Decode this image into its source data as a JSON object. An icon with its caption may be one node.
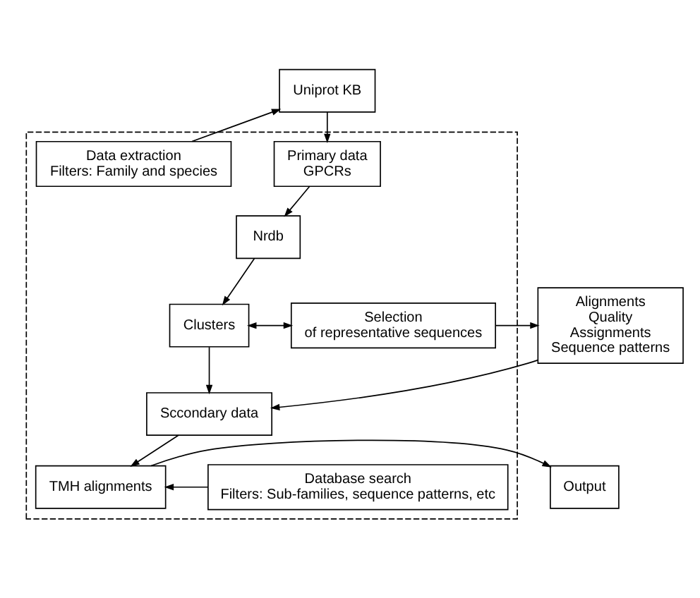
{
  "diagram": {
    "nodes": [
      {
        "text": [
          "Uniprot KB"
        ]
      },
      {
        "text": [],
        "shape": "box"
      },
      {
        "text": [
          "Primary data",
          "GPCRs"
        ],
        "in": 1
      },
      {
        "text": [
          "Data extraction",
          "Filters: Family and species"
        ],
        "in": 1
      },
      {
        "text": [
          "Nrdb"
        ],
        "in": 1
      },
      {
        "text": [
          "Clusters"
        ],
        "in": 1
      },
      {
        "text": [
          "Selection",
          "of representative sequences"
        ],
        "in": 1
      },
      {
        "text": [
          "Alignments",
          "Quality",
          "Assignments",
          "Sequence patterns"
        ]
      },
      {
        "text": [
          "Sccondary data"
        ],
        "in": 1
      },
      {
        "text": [
          "Output"
        ]
      },
      {
        "text": [
          "TMH alignments"
        ],
        "in": 1
      },
      {
        "text": [
          "Database search",
          "Filters: Sub-families, sequence patterns, etc"
        ],
        "in": 1
      }
    ],
    "edges": [
      {
        "from": 0,
        "to": 2,
        "arrow": "to"
      },
      {
        "from": 3,
        "to": 0,
        "arrow": "to"
      },
      {
        "from": 2,
        "to": 4,
        "arrow": "to"
      },
      {
        "from": 4,
        "to": 5,
        "arrow": "to"
      },
      {
        "from": 5,
        "to": 6,
        "arrow": "both"
      },
      {
        "from": 6,
        "to": 7,
        "arrow": "to"
      },
      {
        "from": 7,
        "to": 8,
        "arrow": "to"
      },
      {
        "from": 5,
        "to": 8,
        "arrow": "to"
      },
      {
        "from": 8,
        "to": 10,
        "arrow": "to"
      },
      {
        "from": 11,
        "to": 10,
        "arrow": "to"
      },
      {
        "from": 10,
        "to": 9,
        "arrow": "to"
      }
    ]
  }
}
